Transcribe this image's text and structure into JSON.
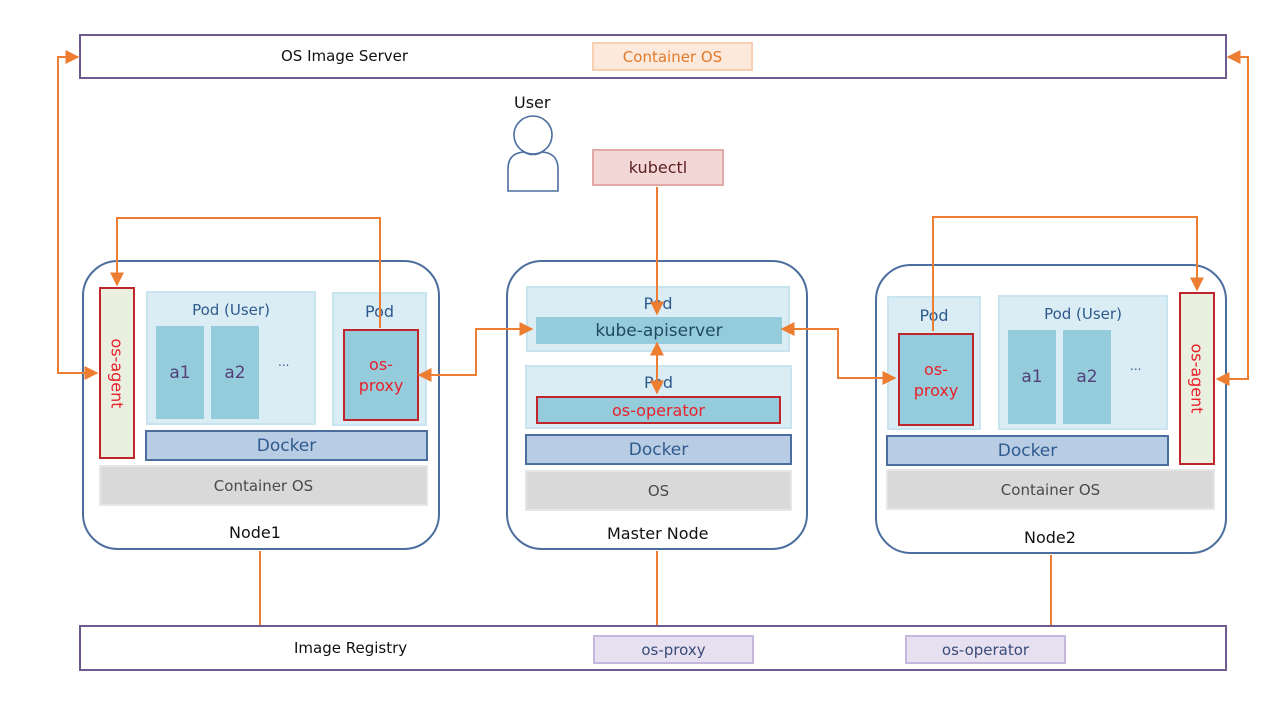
{
  "os_image_server": {
    "label": "OS Image Server",
    "chip": "Container OS"
  },
  "user": {
    "label": "User",
    "icon": "user-icon"
  },
  "kubectl": {
    "label": "kubectl"
  },
  "node1": {
    "label": "Node1",
    "agent": "os-agent",
    "user_pod": {
      "title": "Pod (User)",
      "containers": [
        "a1",
        "a2"
      ],
      "more": "..."
    },
    "proxy_pod": {
      "title": "Pod",
      "container": "os-\nproxy"
    },
    "docker": "Docker",
    "os": "Container OS"
  },
  "master": {
    "label": "Master Node",
    "api_pod": {
      "title": "Pod",
      "container": "kube-apiserver"
    },
    "operator_pod": {
      "title": "Pod",
      "container": "os-operator"
    },
    "docker": "Docker",
    "os": "OS"
  },
  "node2": {
    "label": "Node2",
    "agent": "os-agent",
    "user_pod": {
      "title": "Pod (User)",
      "containers": [
        "a1",
        "a2"
      ],
      "more": "..."
    },
    "proxy_pod": {
      "title": "Pod",
      "container": "os-\nproxy"
    },
    "docker": "Docker",
    "os": "Container OS"
  },
  "image_registry": {
    "label": "Image Registry",
    "chips": [
      "os-proxy",
      "os-operator"
    ]
  },
  "colors": {
    "connector": "#ed7d31",
    "server_border": "#6e5a8e",
    "node_border": "#4b6e9e",
    "highlight": "#c0252b"
  }
}
